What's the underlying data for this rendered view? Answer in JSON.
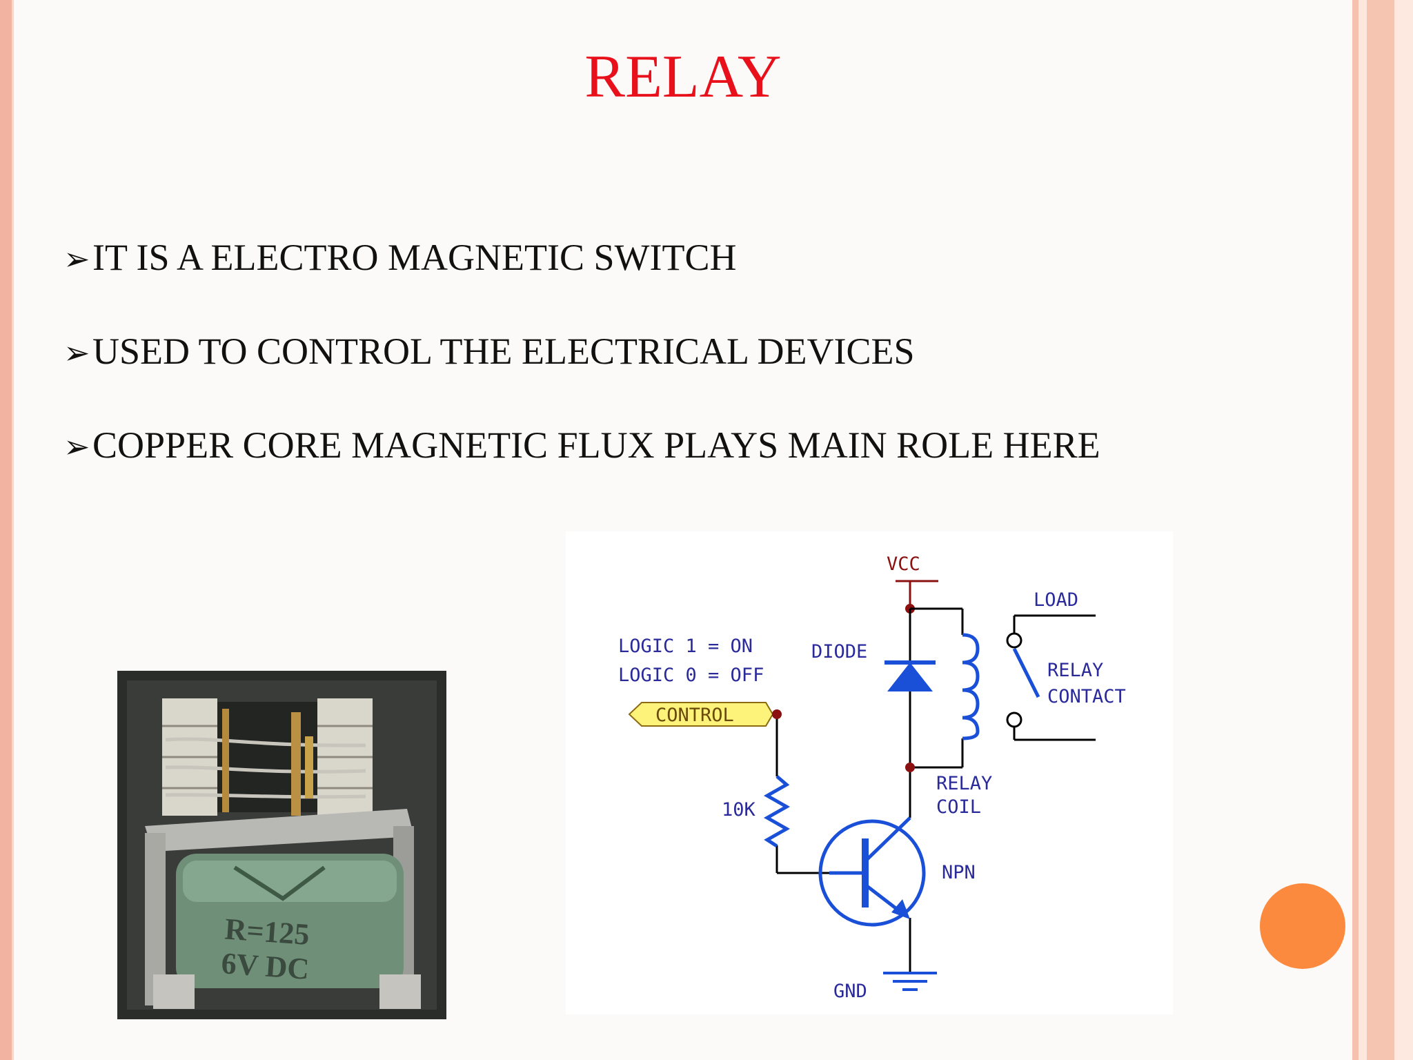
{
  "slide": {
    "title": "RELAY",
    "bullets": [
      "IT IS A ELECTRO MAGNETIC SWITCH",
      "USED TO  CONTROL THE ELECTRICAL DEVICES",
      "COPPER CORE MAGNETIC FLUX PLAYS MAIN ROLE HERE"
    ],
    "bullet_glyph": "➢"
  },
  "photo": {
    "label_resistance": "R=125",
    "label_rating": "6V  DC"
  },
  "circuit": {
    "vcc": "VCC",
    "load": "LOAD",
    "logic_on": "LOGIC 1 = ON",
    "logic_off": "LOGIC 0 = OFF",
    "diode": "DIODE",
    "relay_contact_1": "RELAY",
    "relay_contact_2": "CONTACT",
    "control": "CONTROL",
    "relay_coil_1": "RELAY",
    "relay_coil_2": "COIL",
    "resistor": "10K",
    "transistor": "NPN",
    "gnd": "GND"
  },
  "colors": {
    "title": "#e8101a",
    "accent_dot": "#fc8a3e",
    "wire": "#000000",
    "component": "#1a4fd8",
    "label": "#2a2a9a",
    "node": "#8b1010"
  }
}
